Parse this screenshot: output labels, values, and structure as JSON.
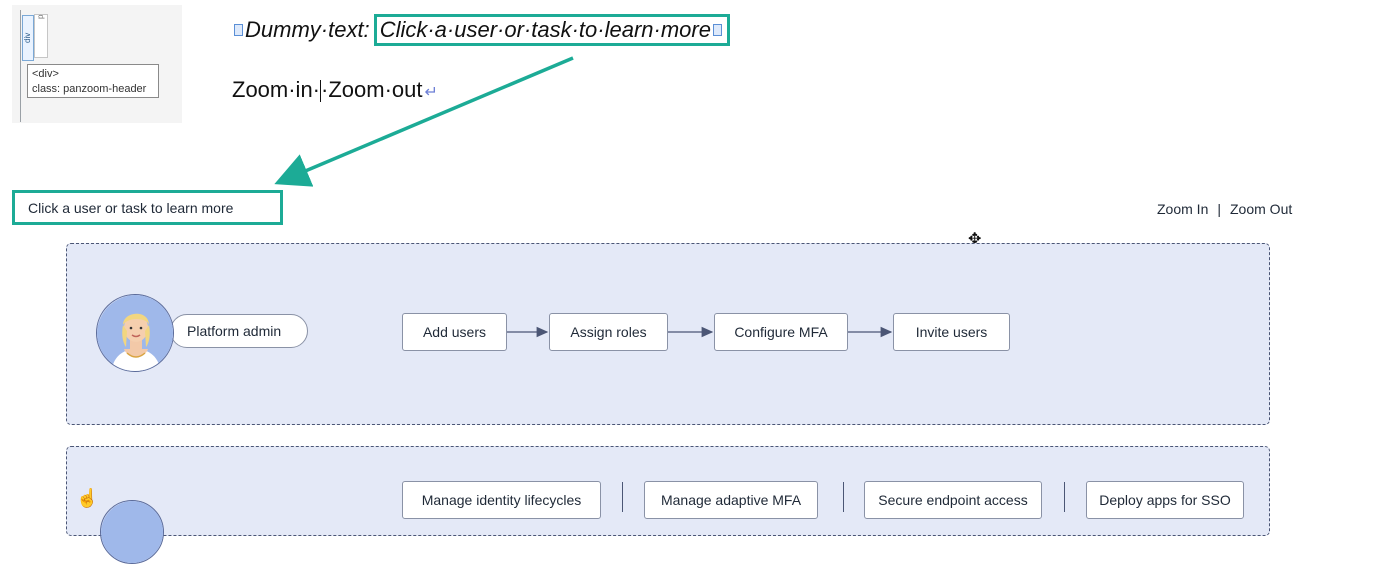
{
  "thumbnail": {
    "tag_label": "div",
    "p_label": "p",
    "tooltip_line1": "<div>",
    "tooltip_line2": "class: panzoom-header"
  },
  "editor": {
    "line1_prefix": "Dummy·text:",
    "line1_highlight": "Click·a·user·or·task·to·learn·more",
    "line2_zoom_in": "Zoom·in·",
    "line2_zoom_out": "·Zoom·out"
  },
  "header": {
    "callout_text": "Click a user or task to learn more",
    "zoom_in": "Zoom In",
    "separator": "|",
    "zoom_out": "Zoom Out"
  },
  "lane1": {
    "user_label": "Platform admin",
    "tasks": [
      "Add users",
      "Assign roles",
      "Configure MFA",
      "Invite users"
    ]
  },
  "lane2": {
    "tasks": [
      "Manage identity lifecycles",
      "Manage adaptive MFA",
      "Secure endpoint access",
      "Deploy apps for SSO"
    ]
  },
  "colors": {
    "highlight_teal": "#1cab96",
    "lane_fill": "#e4e9f7",
    "lane_border": "#4b5675"
  },
  "icons": {
    "move_cursor": "move-cursor-icon",
    "hand_cursor": "hand-pointer-icon",
    "return_mark": "paragraph-return-icon"
  }
}
